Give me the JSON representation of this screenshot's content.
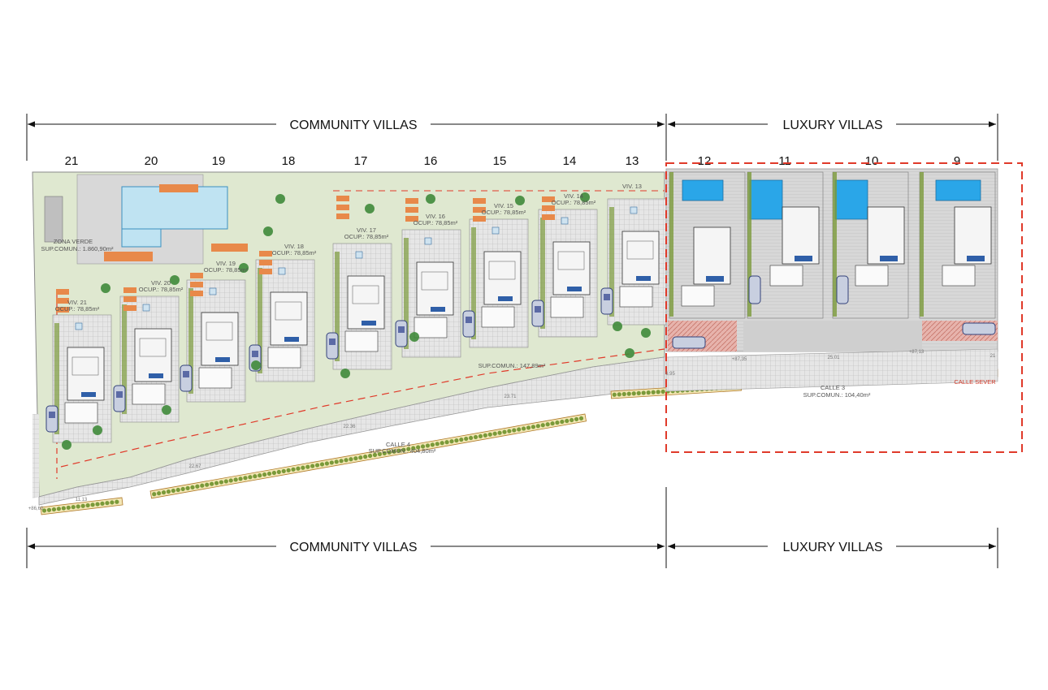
{
  "bands": {
    "top_left": "COMMUNITY VILLAS",
    "top_right": "LUXURY VILLAS",
    "bottom_left": "COMMUNITY VILLAS",
    "bottom_right": "LUXURY VILLAS"
  },
  "plot_numbers": [
    "21",
    "20",
    "19",
    "18",
    "17",
    "16",
    "15",
    "14",
    "13",
    "12",
    "11",
    "10",
    "9"
  ],
  "villa_labels": {
    "v21": "VIV. 21",
    "v21o": "OCUP.: 78,85m²",
    "v20": "VIV. 20",
    "v20o": "OCUP.: 78,85m²",
    "v19": "VIV. 19",
    "v19o": "OCUP.: 78,85m²",
    "v18": "VIV. 18",
    "v18o": "OCUP.: 78,85m²",
    "v17": "VIV. 17",
    "v17o": "OCUP.: 78,85m²",
    "v16": "VIV. 16",
    "v16o": "OCUP.: 78,85m²",
    "v15": "VIV. 15",
    "v15o": "OCUP.: 78,85m²",
    "v14": "VIV. 14",
    "v14o": "OCUP.: 78,85m²",
    "v13": "VIV. 13"
  },
  "areas": {
    "zona_verde": "ZONA VERDE",
    "zona_verde_sup": "SUP.COMUN.: 1.860,90m²",
    "street_mid_sup": "SUP.COMUN.: 147,89m²",
    "calle4": "CALLE 4",
    "calle4_sup": "SUP.COMUN.: 404,80m²",
    "calle3": "CALLE 3",
    "calle3_sup": "SUP.COMUN.: 104,40m²",
    "calle_sever": "CALLE SEVER"
  },
  "dimensions": {
    "d1": "11.13",
    "d2": "22.67",
    "d3": "22.36",
    "d4": "23.71",
    "d5": "25.01",
    "d6": "+86,60",
    "d7": "+87,35",
    "d8": "+87,13",
    "d9": "21",
    "d10": "6.95"
  },
  "colors": {
    "villa_zone_outline": "#e03a2a",
    "pool": "#2aa6e8",
    "lawn": "#dfe8d0",
    "pavers": "#cfcfcf",
    "hedge": "#7a9a3a"
  }
}
